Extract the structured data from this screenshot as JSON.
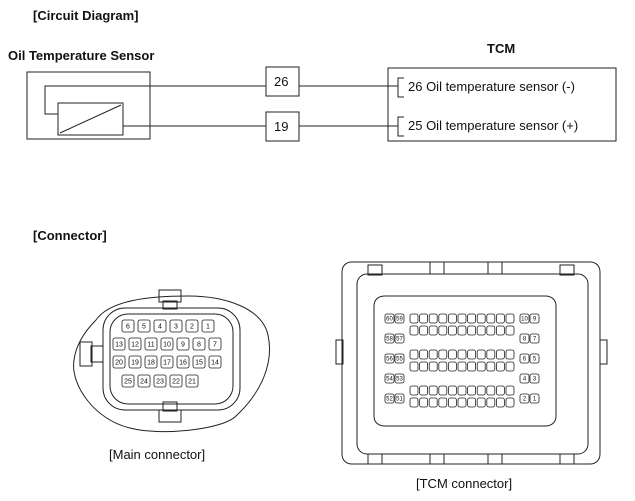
{
  "headings": {
    "circuit": "[Circuit Diagram]",
    "connector": "[Connector]"
  },
  "circuit": {
    "sensor_title": "Oil Temperature Sensor",
    "tcm_title": "TCM",
    "pin_top": "26",
    "pin_bottom": "19",
    "tcm_pin_top": "26 Oil temperature sensor (-)",
    "tcm_pin_bottom": "25 Oil temperature sensor (+)"
  },
  "connectors": {
    "main_caption": "[Main connector]",
    "tcm_caption": "[TCM connector]",
    "main_pins_row1": [
      "6",
      "5",
      "4",
      "3",
      "2",
      "1"
    ],
    "main_pins_row2": [
      "13",
      "12",
      "11",
      "10",
      "9",
      "8",
      "7"
    ],
    "main_pins_row3": [
      "20",
      "19",
      "18",
      "17",
      "16",
      "15",
      "14"
    ],
    "main_pins_row4": [
      "25",
      "24",
      "23",
      "22",
      "21"
    ],
    "tcm_side_right": [
      "10",
      "9",
      "8",
      "7",
      "6",
      "5",
      "4",
      "3",
      "2",
      "1"
    ],
    "tcm_side_left": [
      "60",
      "59",
      "58",
      "57",
      "56",
      "55",
      "54",
      "53",
      "52",
      "51"
    ]
  },
  "colors": {
    "line": "#222222",
    "pin_fill": "#ffffff"
  }
}
